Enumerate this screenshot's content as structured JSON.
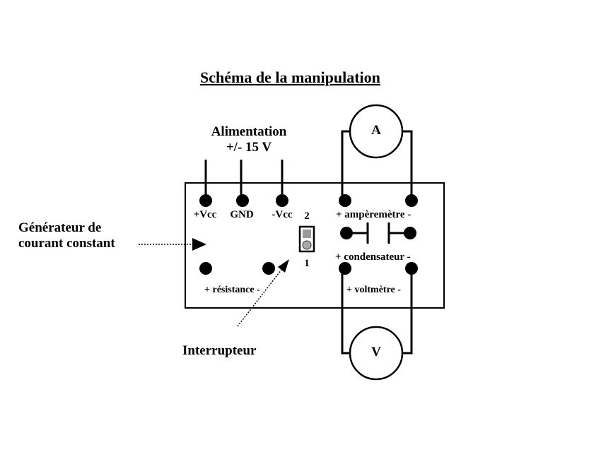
{
  "title": "Schéma de la manipulation",
  "supply": {
    "line1": "Alimentation",
    "line2": "+/- 15 V",
    "terminals": [
      "+Vcc",
      "GND",
      "-Vcc"
    ]
  },
  "generator": {
    "line1": "Générateur de",
    "line2": "courant constant"
  },
  "switch": {
    "label": "Interrupteur",
    "position_top": "2",
    "position_bottom": "1"
  },
  "board": {
    "ammeter_label": "+ ampèremètre -",
    "capacitor_label": "+ condensateur -",
    "resistance_label": "+ résistance -",
    "voltmeter_label": "+ voltmètre -"
  },
  "meters": {
    "ammeter_symbol": "A",
    "voltmeter_symbol": "V"
  }
}
